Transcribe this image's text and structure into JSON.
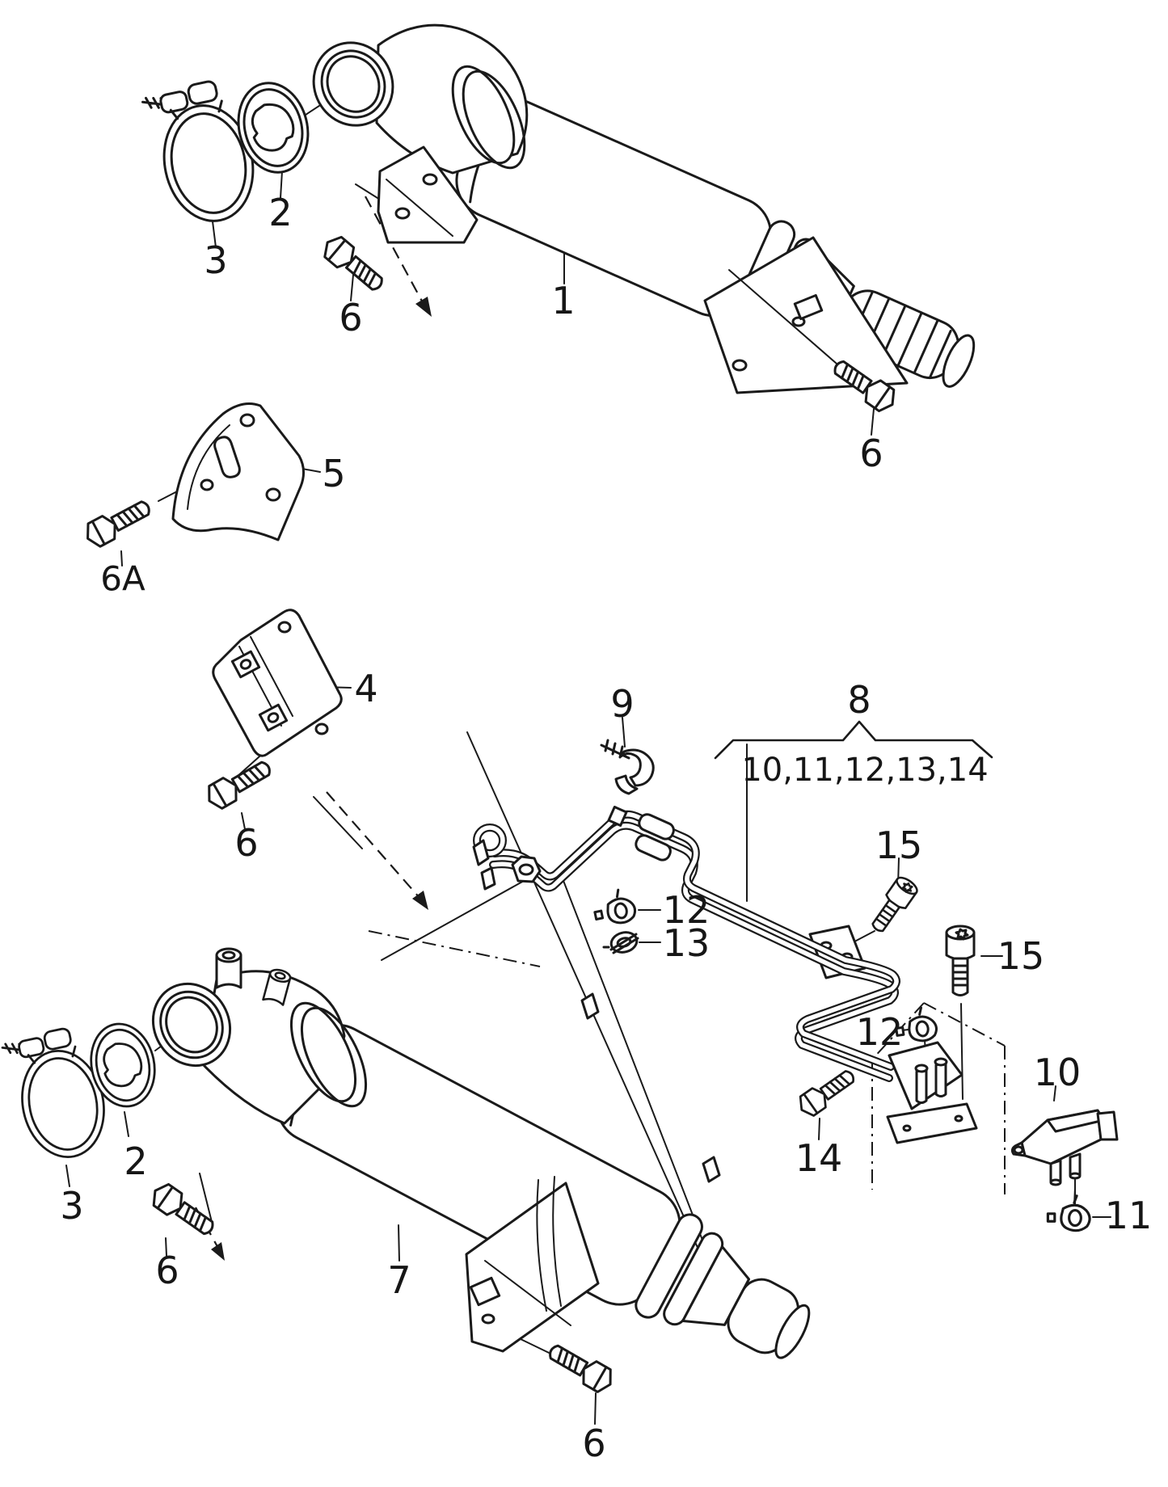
{
  "diagram": {
    "kind": "exploded-parts-line-drawing",
    "subject": "exhaust-pipes-with-catalytic-converter-and-pressure-lines",
    "background_color": "#ffffff",
    "line_color": "#1a1a1a",
    "callouts": [
      {
        "label": "1",
        "part": "front-pipe-with-catalytic-converter"
      },
      {
        "label": "2",
        "part": "gasket"
      },
      {
        "label": "3",
        "part": "v-band-clamp"
      },
      {
        "label": "6",
        "part": "hex-bolt"
      },
      {
        "label": "6",
        "part": "hex-bolt"
      },
      {
        "label": "5",
        "part": "mounting-bracket"
      },
      {
        "label": "6A",
        "part": "hex-bolt"
      },
      {
        "label": "4",
        "part": "support-bracket"
      },
      {
        "label": "6",
        "part": "hex-bolt"
      },
      {
        "label": "9",
        "part": "retaining-clip"
      },
      {
        "label": "8",
        "part": "pressure-line-assembly"
      },
      {
        "label": "10,11,12,13,14",
        "part": "pressure-line-assembly-components"
      },
      {
        "label": "15",
        "part": "socket-head-screw"
      },
      {
        "label": "12",
        "part": "retaining-clip"
      },
      {
        "label": "13",
        "part": "hose-clamp"
      },
      {
        "label": "15",
        "part": "socket-head-screw"
      },
      {
        "label": "12",
        "part": "retaining-clip"
      },
      {
        "label": "10",
        "part": "differential-pressure-sensor"
      },
      {
        "label": "14",
        "part": "hex-bolt"
      },
      {
        "label": "11",
        "part": "retaining-clip"
      },
      {
        "label": "3",
        "part": "v-band-clamp"
      },
      {
        "label": "2",
        "part": "gasket"
      },
      {
        "label": "6",
        "part": "hex-bolt"
      },
      {
        "label": "7",
        "part": "front-pipe-with-catalytic-converter"
      },
      {
        "label": "6",
        "part": "hex-bolt"
      }
    ]
  }
}
